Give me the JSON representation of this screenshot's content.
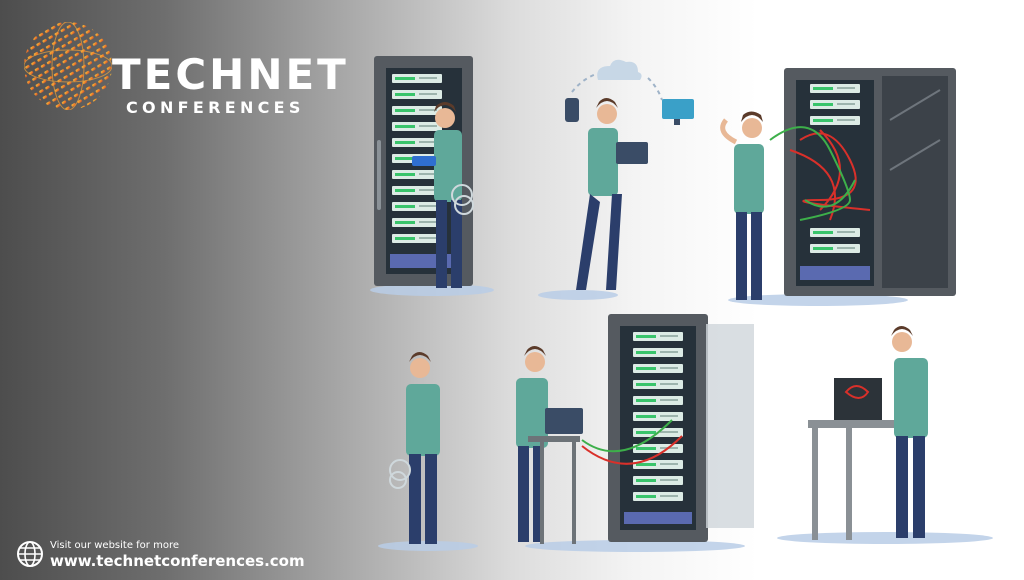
{
  "brand": {
    "title": "TECHNET",
    "subtitle": "CONFERENCES"
  },
  "footer": {
    "line1": "Visit our website for more",
    "url": "www.technetconferences.com",
    "icon": "globe-icon"
  },
  "colors": {
    "logo_gradient_start": "#f0c33c",
    "logo_gradient_mid": "#f08a2e",
    "logo_gradient_end": "#d8482a",
    "rack_body": "#555a60",
    "rack_interior": "#26313a",
    "server_unit": "#dcebe5",
    "server_led": "#39c46b",
    "shirt": "#5fa89a",
    "pants": "#2b3e6b",
    "hair": "#5b3b2a",
    "skin": "#e8b896",
    "floor_shadow": "#b9cce6",
    "cable_green": "#3daf4a",
    "cable_red": "#d9302a"
  }
}
